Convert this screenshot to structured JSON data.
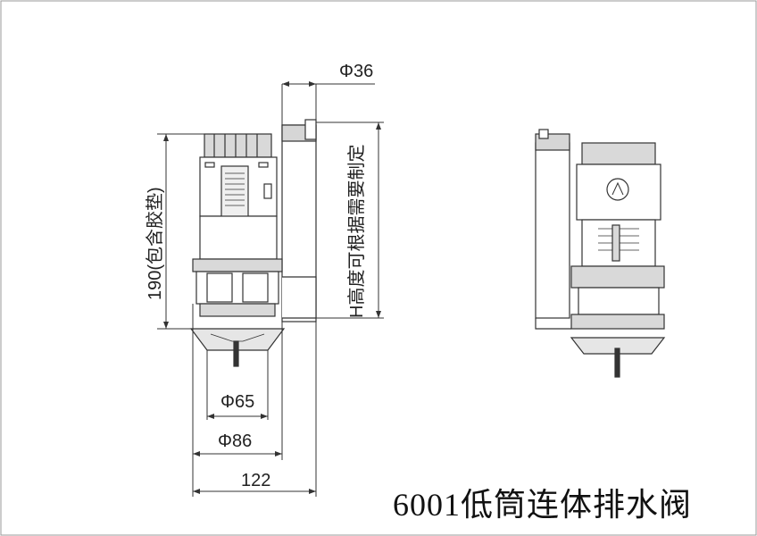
{
  "title": "6001低筒连体排水阀",
  "dimensions": {
    "d36": "Φ36",
    "d65": "Φ65",
    "d86": "Φ86",
    "w122": "122",
    "h190": "190(包含胶垫)",
    "h_note": "H高度可根据需要制定"
  },
  "colors": {
    "line": "#333333",
    "gray": "#cfcfcf",
    "dark": "#555555"
  }
}
